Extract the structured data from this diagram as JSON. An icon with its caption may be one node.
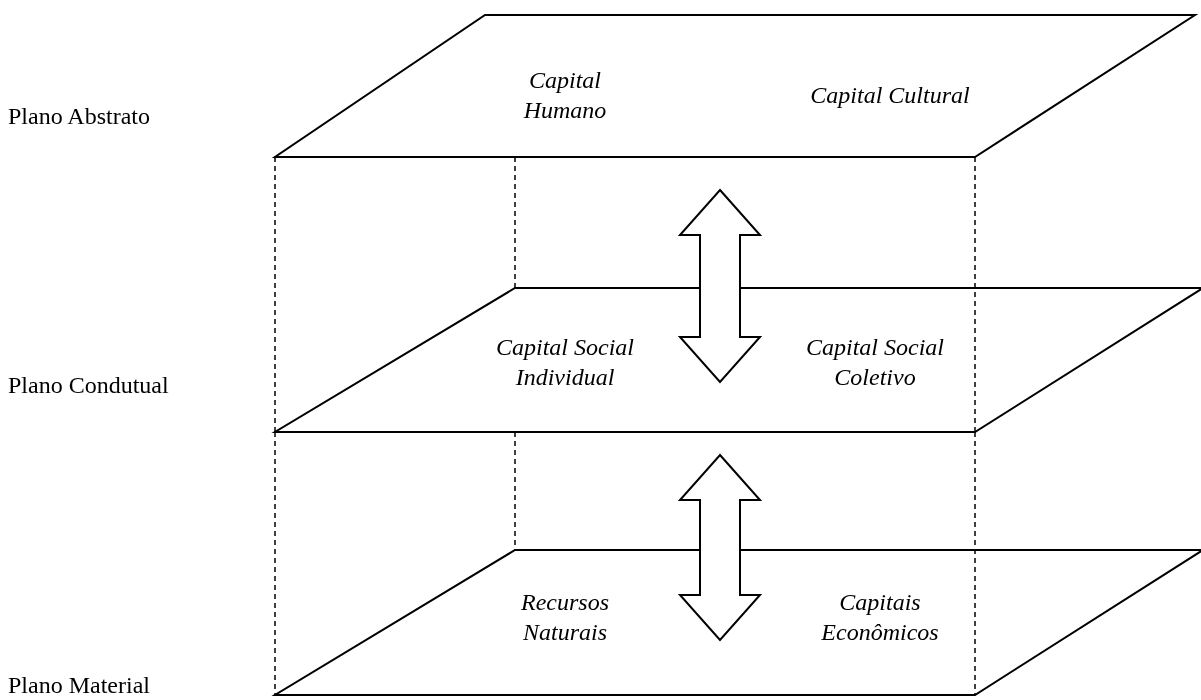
{
  "diagram": {
    "nodes": [
      {
        "text": [
          "Capital Humano",
          "Capital Cultural"
        ]
      },
      {
        "text": [
          "Capital Social Individual",
          "Capital Social Coletivo"
        ]
      },
      {
        "text": [
          "Recursos Naturais",
          "Capitais Econômicos"
        ]
      }
    ],
    "edges": [
      {
        "from": 0,
        "to": 1,
        "arrow": "both"
      },
      {
        "from": 1,
        "to": 2,
        "arrow": "both"
      }
    ],
    "labels": [
      "Plano Abstrato",
      "Plano Condutual",
      "Plano Material"
    ]
  }
}
